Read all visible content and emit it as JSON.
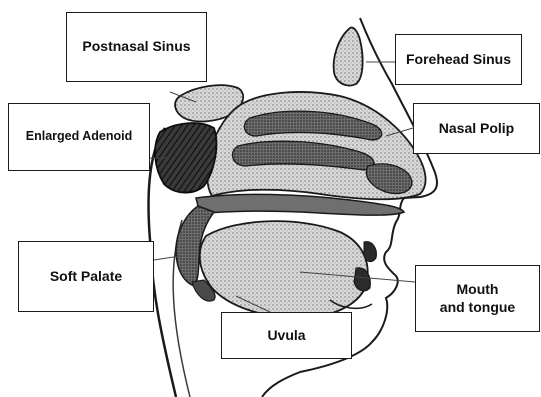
{
  "labels": {
    "postnasal_sinus": "Postnasal Sinus",
    "forehead_sinus": "Forehead Sinus",
    "enlarged_adenoid": "Enlarged Adenoid",
    "nasal_polip": "Nasal Polip",
    "soft_palate": "Soft Palate",
    "uvula": "Uvula",
    "mouth_and_tongue": "Mouth\nand tongue"
  },
  "colors": {
    "ink": "#1a1a1a",
    "shade_dark": "#2b2b2b",
    "shade_mid": "#7a7a7a",
    "shade_light": "#c4c4c4",
    "paper": "#ffffff"
  }
}
